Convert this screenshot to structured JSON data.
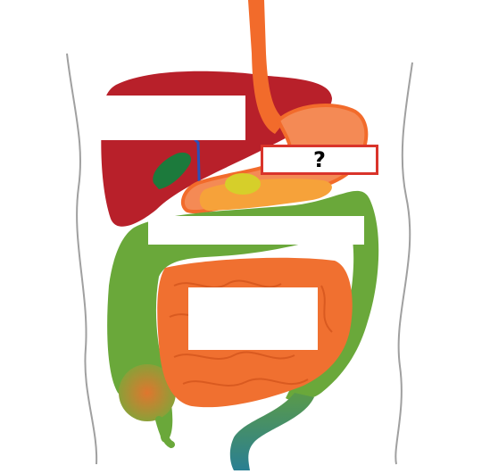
{
  "diagram": {
    "labels": [
      {
        "id": "liver",
        "text": ""
      },
      {
        "id": "stomach",
        "text": "?",
        "highlight_color": "#d9342b"
      },
      {
        "id": "large_intestine",
        "text": ""
      },
      {
        "id": "small_intestine",
        "text": ""
      }
    ]
  },
  "colors": {
    "liver": "#b8202a",
    "esophagus": "#f26b2b",
    "stomach": "#f48a55",
    "gallbladder": "#1c7a3c",
    "large_intestine": "#6aa83a",
    "small_intestine": "#f07030",
    "rectum": "#2f8a8a",
    "body_outline": "#9a9a9a"
  }
}
